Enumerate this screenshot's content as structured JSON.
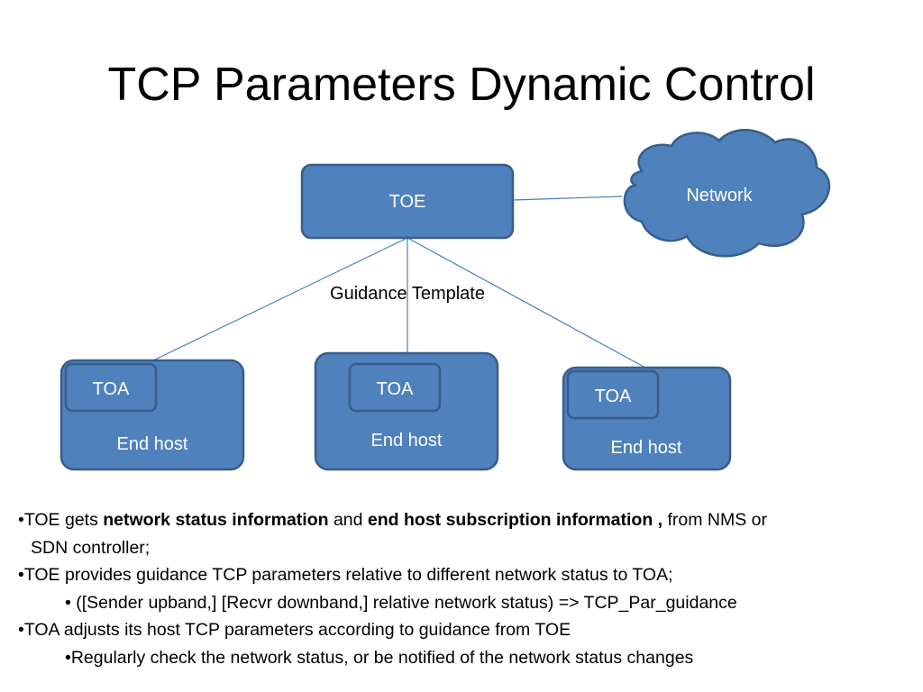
{
  "slide": {
    "title": "TCP Parameters Dynamic Control"
  },
  "diagram": {
    "toe_label": "TOE",
    "network_label": "Network",
    "guidance_label": "Guidance Template",
    "hosts": [
      {
        "toa_label": "TOA",
        "host_label": "End host"
      },
      {
        "toa_label": "TOA",
        "host_label": "End host"
      },
      {
        "toa_label": "TOA",
        "host_label": "End host"
      }
    ],
    "colors": {
      "box_fill": "#4f81bd",
      "box_stroke": "#385d8a",
      "line": "#4a7ebb"
    }
  },
  "bullets": {
    "b1_prefix": "•TOE gets ",
    "b1_bold1": "network status information",
    "b1_mid": " and ",
    "b1_bold2": "end host subscription information ,",
    "b1_suffix": " from  NMS or",
    "b1_cont": "SDN controller;",
    "b2": "•TOE provides guidance TCP parameters relative to different network status to TOA;",
    "b2_sub": "• ([Sender upband,] [Recvr downband,] relative network status) => TCP_Par_guidance",
    "b3": "•TOA adjusts its host TCP parameters according to guidance from TOE",
    "b3_sub": "•Regularly check the network status, or be notified of the network status changes"
  }
}
